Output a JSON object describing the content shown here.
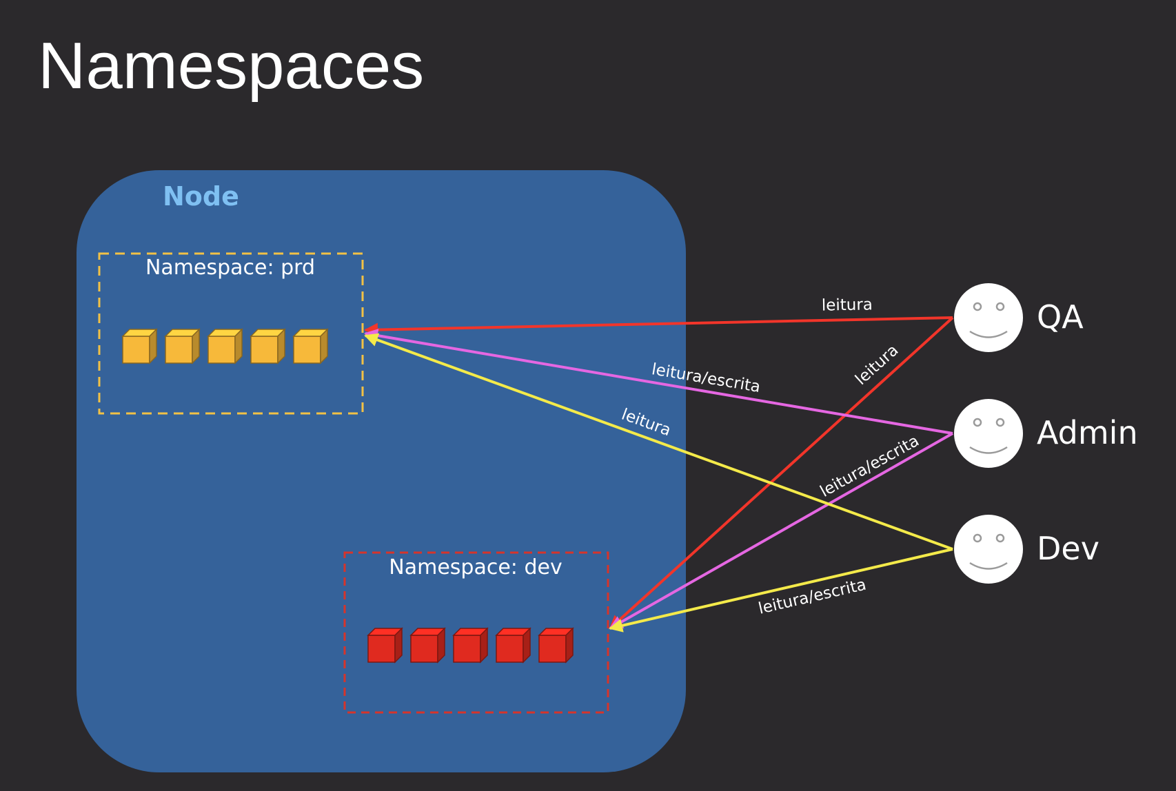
{
  "title": "Namespaces",
  "node": {
    "label": "Node"
  },
  "namespaces": {
    "prd": {
      "label": "Namespace: prd",
      "pod_count": 5,
      "color": "#f7b93a"
    },
    "dev": {
      "label": "Namespace: dev",
      "pod_count": 5,
      "color": "#e02a1f"
    }
  },
  "users": {
    "qa": {
      "label": "QA"
    },
    "admin": {
      "label": "Admin"
    },
    "dev": {
      "label": "Dev"
    }
  },
  "edges": [
    {
      "from": "qa",
      "to": "prd",
      "label": "leitura",
      "color": "#f2352a"
    },
    {
      "from": "qa",
      "to": "dev",
      "label": "leitura",
      "color": "#f2352a"
    },
    {
      "from": "admin",
      "to": "prd",
      "label": "leitura/escrita",
      "color": "#e567e2"
    },
    {
      "from": "admin",
      "to": "dev",
      "label": "leitura/escrita",
      "color": "#e567e2"
    },
    {
      "from": "dev",
      "to": "prd",
      "label": "leitura",
      "color": "#f4ea4a"
    },
    {
      "from": "dev",
      "to": "dev",
      "label": "leitura/escrita",
      "color": "#f4ea4a"
    }
  ]
}
